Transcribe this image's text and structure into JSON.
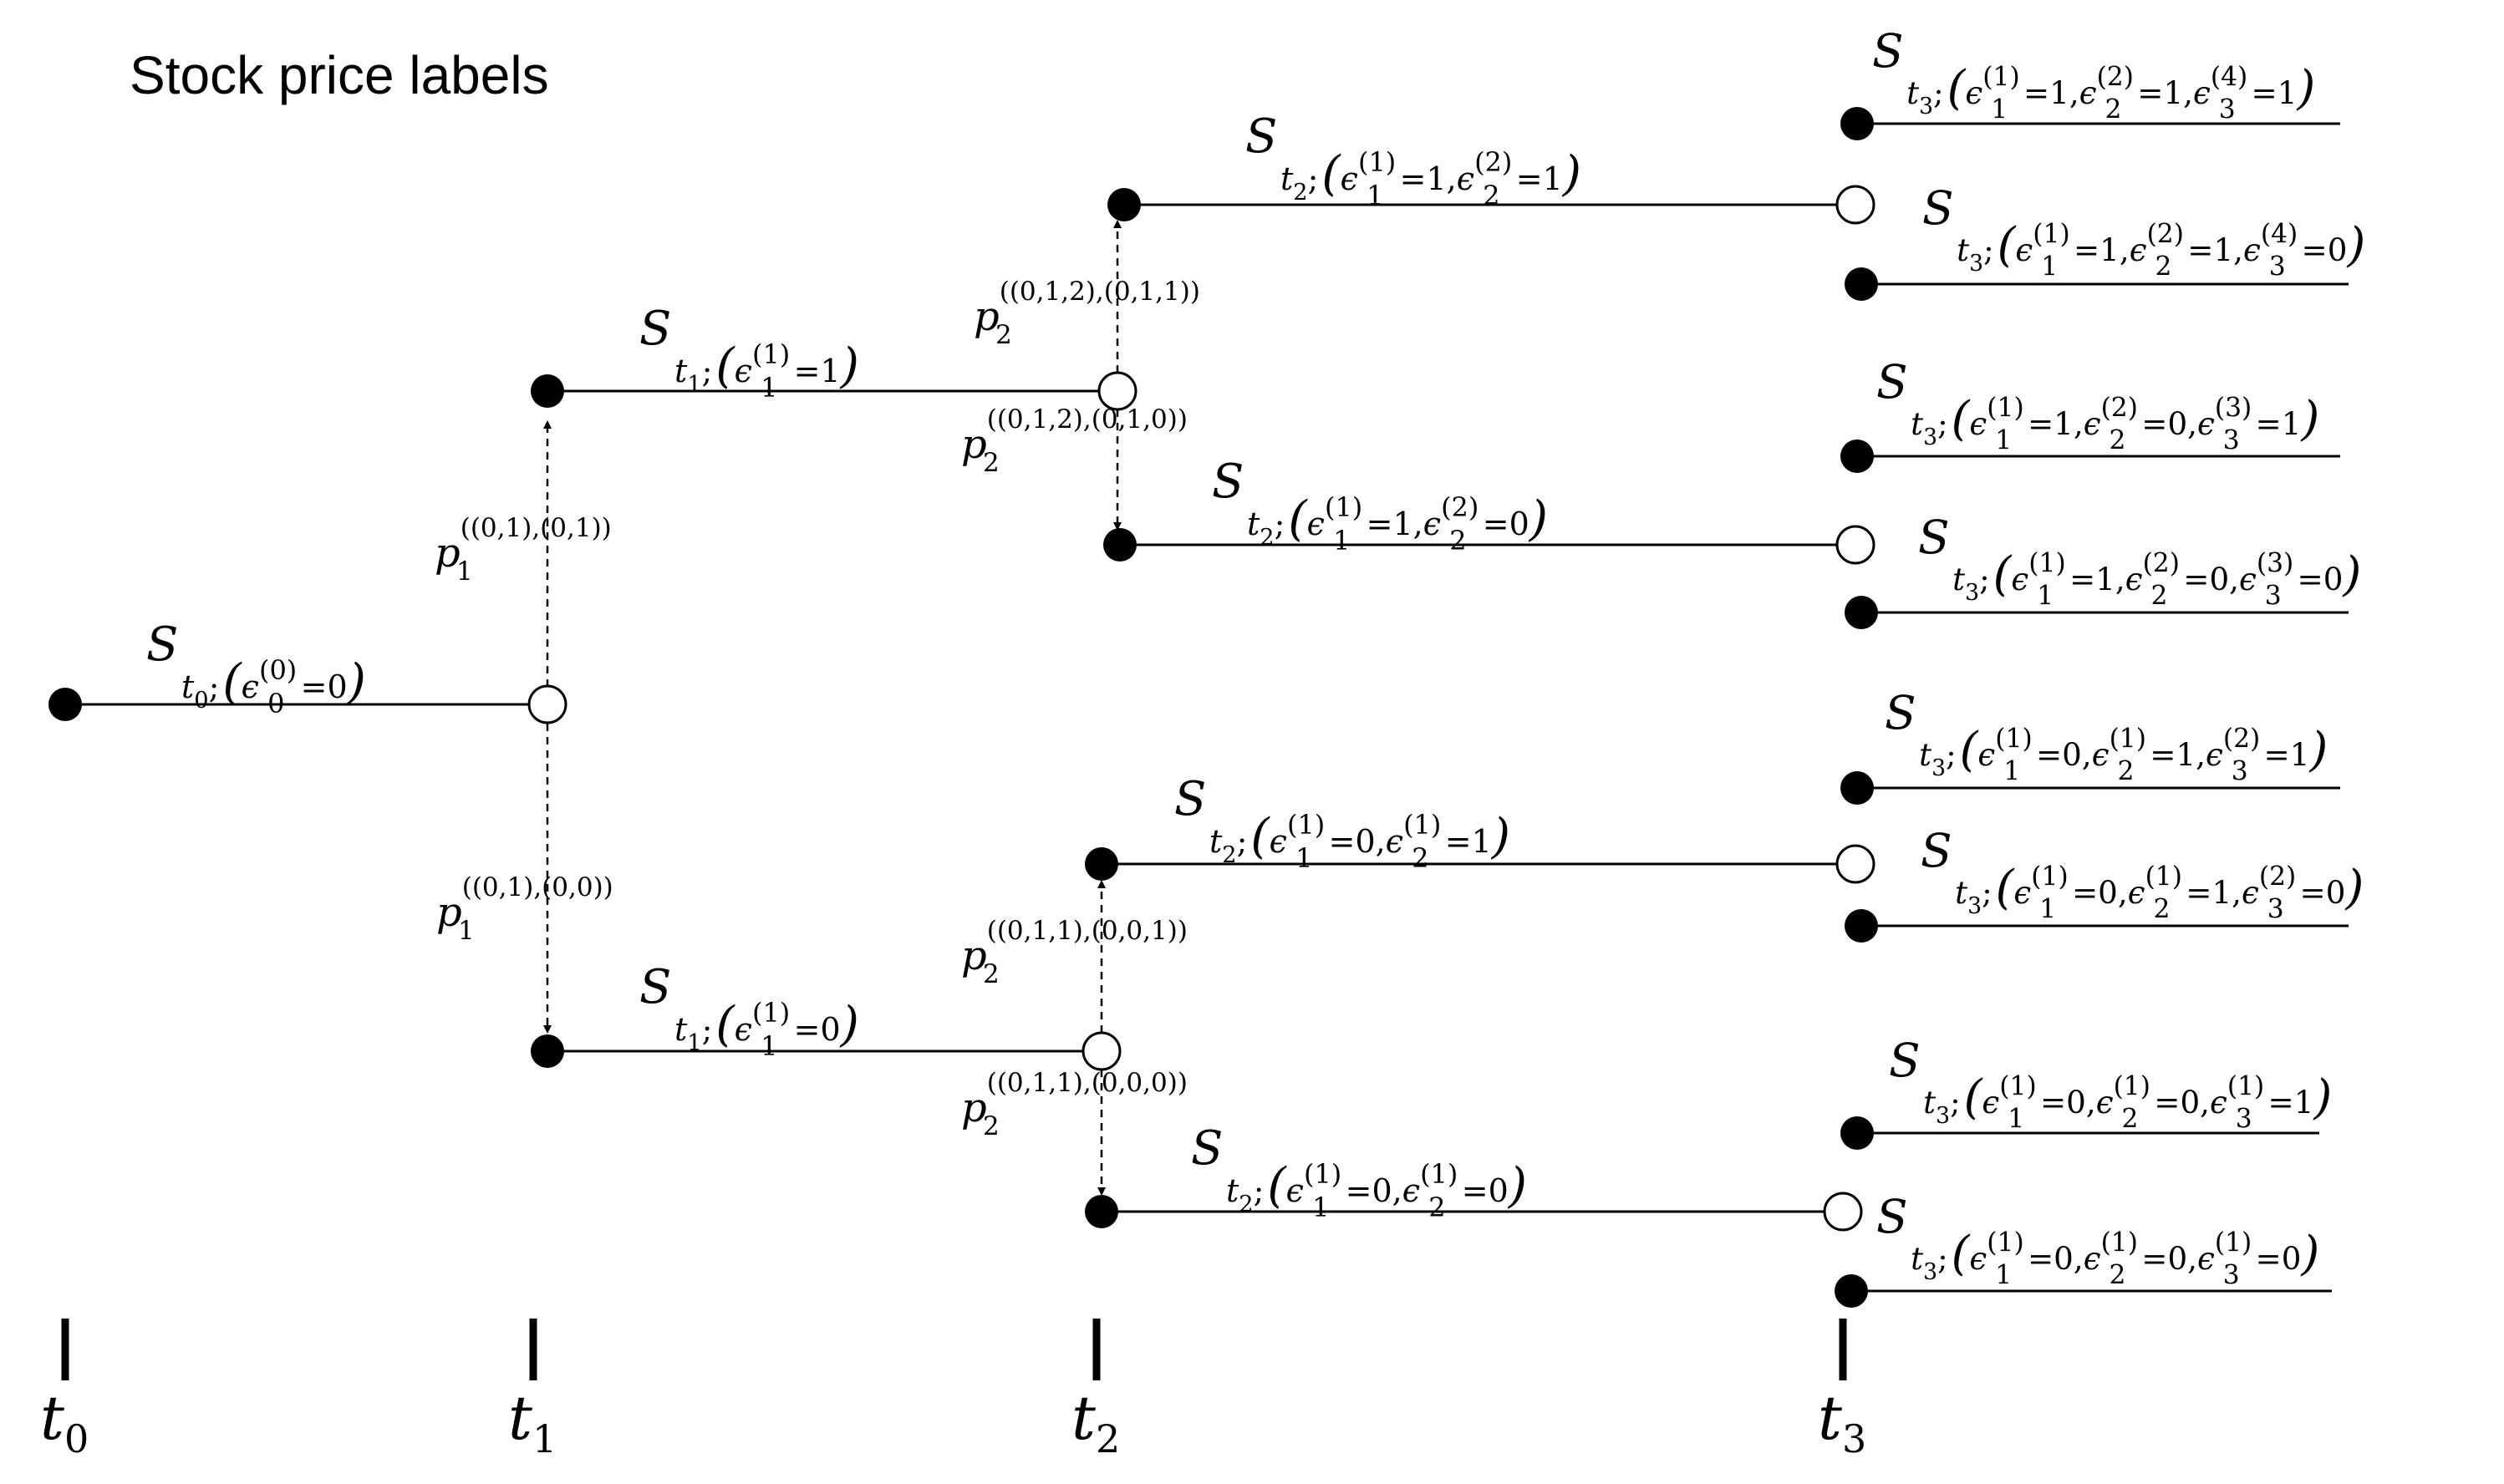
{
  "title": "Stock price labels",
  "time_labels": [
    {
      "base": "t",
      "sub": "0"
    },
    {
      "base": "t",
      "sub": "1"
    },
    {
      "base": "t",
      "sub": "2"
    },
    {
      "base": "t",
      "sub": "3"
    }
  ],
  "price_labels": {
    "s0": {
      "sub": "t0;",
      "eps": [
        {
          "sub": "0",
          "sup": "(0)",
          "val": "0"
        }
      ]
    },
    "s1u": {
      "sub": "t1;",
      "eps": [
        {
          "sub": "1",
          "sup": "(1)",
          "val": "1"
        }
      ]
    },
    "s1d": {
      "sub": "t1;",
      "eps": [
        {
          "sub": "1",
          "sup": "(1)",
          "val": "0"
        }
      ]
    },
    "s2uu": {
      "sub": "t2;",
      "eps": [
        {
          "sub": "1",
          "sup": "(1)",
          "val": "1"
        },
        {
          "sub": "2",
          "sup": "(2)",
          "val": "1"
        }
      ]
    },
    "s2ud": {
      "sub": "t2;",
      "eps": [
        {
          "sub": "1",
          "sup": "(1)",
          "val": "1"
        },
        {
          "sub": "2",
          "sup": "(2)",
          "val": "0"
        }
      ]
    },
    "s2du": {
      "sub": "t2;",
      "eps": [
        {
          "sub": "1",
          "sup": "(1)",
          "val": "0"
        },
        {
          "sub": "2",
          "sup": "(1)",
          "val": "1"
        }
      ]
    },
    "s2dd": {
      "sub": "t2;",
      "eps": [
        {
          "sub": "1",
          "sup": "(1)",
          "val": "0"
        },
        {
          "sub": "2",
          "sup": "(1)",
          "val": "0"
        }
      ]
    },
    "s3_1": {
      "sub": "t3;",
      "eps": [
        {
          "sub": "1",
          "sup": "(1)",
          "val": "1"
        },
        {
          "sub": "2",
          "sup": "(2)",
          "val": "1"
        },
        {
          "sub": "3",
          "sup": "(4)",
          "val": "1"
        }
      ]
    },
    "s3_2": {
      "sub": "t3;",
      "eps": [
        {
          "sub": "1",
          "sup": "(1)",
          "val": "1"
        },
        {
          "sub": "2",
          "sup": "(2)",
          "val": "1"
        },
        {
          "sub": "3",
          "sup": "(4)",
          "val": "0"
        }
      ]
    },
    "s3_3": {
      "sub": "t3;",
      "eps": [
        {
          "sub": "1",
          "sup": "(1)",
          "val": "1"
        },
        {
          "sub": "2",
          "sup": "(2)",
          "val": "0"
        },
        {
          "sub": "3",
          "sup": "(3)",
          "val": "1"
        }
      ]
    },
    "s3_4": {
      "sub": "t3;",
      "eps": [
        {
          "sub": "1",
          "sup": "(1)",
          "val": "1"
        },
        {
          "sub": "2",
          "sup": "(2)",
          "val": "0"
        },
        {
          "sub": "3",
          "sup": "(3)",
          "val": "0"
        }
      ]
    },
    "s3_5": {
      "sub": "t3;",
      "eps": [
        {
          "sub": "1",
          "sup": "(1)",
          "val": "0"
        },
        {
          "sub": "2",
          "sup": "(1)",
          "val": "1"
        },
        {
          "sub": "3",
          "sup": "(2)",
          "val": "1"
        }
      ]
    },
    "s3_6": {
      "sub": "t3;",
      "eps": [
        {
          "sub": "1",
          "sup": "(1)",
          "val": "0"
        },
        {
          "sub": "2",
          "sup": "(1)",
          "val": "1"
        },
        {
          "sub": "3",
          "sup": "(2)",
          "val": "0"
        }
      ]
    },
    "s3_7": {
      "sub": "t3;",
      "eps": [
        {
          "sub": "1",
          "sup": "(1)",
          "val": "0"
        },
        {
          "sub": "2",
          "sup": "(1)",
          "val": "0"
        },
        {
          "sub": "3",
          "sup": "(1)",
          "val": "1"
        }
      ]
    },
    "s3_8": {
      "sub": "t3;",
      "eps": [
        {
          "sub": "1",
          "sup": "(1)",
          "val": "0"
        },
        {
          "sub": "2",
          "sup": "(1)",
          "val": "0"
        },
        {
          "sub": "3",
          "sup": "(1)",
          "val": "0"
        }
      ]
    }
  },
  "prob_labels": {
    "p1u": {
      "base": "p",
      "sub": "1",
      "sup": "((0,1),(0,1))"
    },
    "p1d": {
      "base": "p",
      "sub": "1",
      "sup": "((0,1),(0,0))"
    },
    "p2uu": {
      "base": "p",
      "sub": "2",
      "sup": "((0,1,2),(0,1,1))"
    },
    "p2ud": {
      "base": "p",
      "sub": "2",
      "sup": "((0,1,2),(0,1,0))"
    },
    "p2du": {
      "base": "p",
      "sub": "2",
      "sup": "((0,1,1),(0,0,1))"
    },
    "p2dd": {
      "base": "p",
      "sub": "2",
      "sup": "((0,1,1),(0,0,0))"
    }
  }
}
